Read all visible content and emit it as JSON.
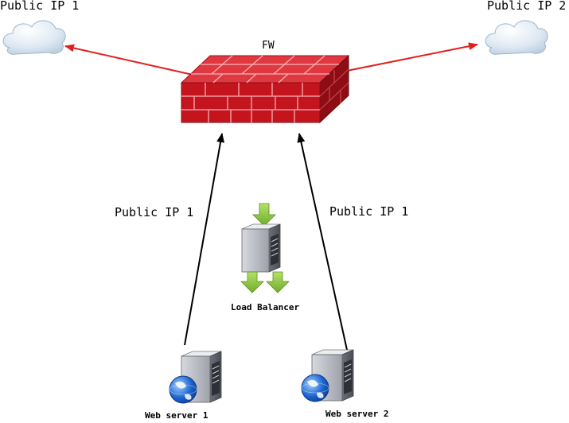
{
  "labels": {
    "public_ip_left": "Public IP 1",
    "public_ip_right": "Public IP 2",
    "firewall": "FW",
    "link_left": "Public IP 1",
    "link_right": "Public IP 1",
    "load_balancer": "Load Balancer",
    "web_server_1": "Web server 1",
    "web_server_2": "Web server 2"
  },
  "nodes": [
    {
      "id": "cloud-left",
      "kind": "cloud",
      "label_key": "public_ip_left"
    },
    {
      "id": "cloud-right",
      "kind": "cloud",
      "label_key": "public_ip_right"
    },
    {
      "id": "firewall",
      "kind": "firewall",
      "label_key": "firewall"
    },
    {
      "id": "load-balancer",
      "kind": "server",
      "label_key": "load_balancer"
    },
    {
      "id": "web-server-1",
      "kind": "server-globe",
      "label_key": "web_server_1"
    },
    {
      "id": "web-server-2",
      "kind": "server-globe",
      "label_key": "web_server_2"
    }
  ],
  "edges": [
    {
      "from": "firewall",
      "to": "cloud-left",
      "color": "#e0201f"
    },
    {
      "from": "firewall",
      "to": "cloud-right",
      "color": "#e0201f"
    },
    {
      "from": "web-server-1",
      "to": "firewall",
      "color": "#000000",
      "label_key": "link_left"
    },
    {
      "from": "web-server-2",
      "to": "firewall",
      "color": "#000000",
      "label_key": "link_right"
    }
  ],
  "colors": {
    "firewall_front": "#c4141e",
    "firewall_top": "#e03840",
    "firewall_side": "#8e0d14",
    "mortar": "#f29aa0",
    "cloud": "#d8e6f2",
    "arrow_red": "#e0201f",
    "arrow_black": "#000000",
    "lb_arrow": "#8cc63f"
  }
}
